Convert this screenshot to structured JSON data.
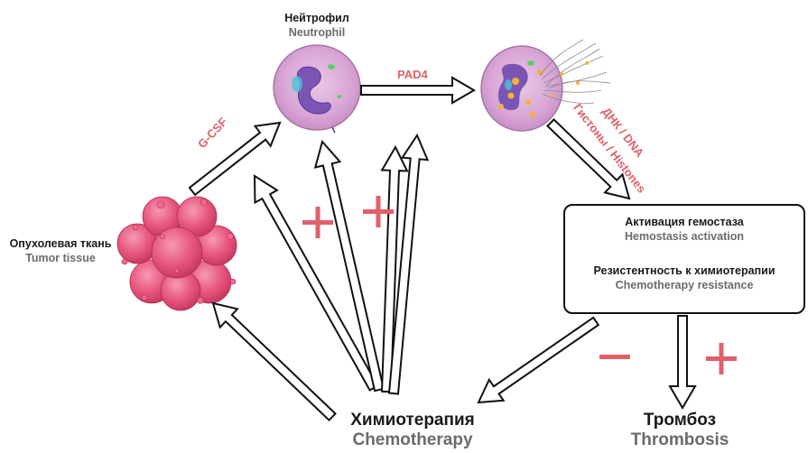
{
  "nodes": {
    "neutrophil": {
      "ru": "Нейтрофил",
      "en": "Neutrophil"
    },
    "tumor": {
      "ru": "Опухолевая ткань",
      "en": "Tumor tissue"
    },
    "chemotherapy": {
      "ru": "Химиотерапия",
      "en": "Chemotherapy"
    },
    "thrombosis": {
      "ru": "Тромбоз",
      "en": "Thrombosis"
    }
  },
  "box": {
    "hemostasis_ru": "Активация гемостаза",
    "hemostasis_en": "Hemostasis activation",
    "resistance_ru": "Резистентность к химиотерапии",
    "resistance_en": "Chemotherapy resistance"
  },
  "edge_labels": {
    "gcsf": "G-CSF",
    "pad4": "PAD4",
    "dna": "ДНК / DNA",
    "histones": "Гистоны / Histones"
  },
  "signs": {
    "plus": "+",
    "minus": "−"
  },
  "colors": {
    "accent_pink": "#e0606a",
    "cell_fill": "#d9a6d6",
    "tumor_fill": "#e8577e",
    "arrow_stroke": "#111111"
  }
}
